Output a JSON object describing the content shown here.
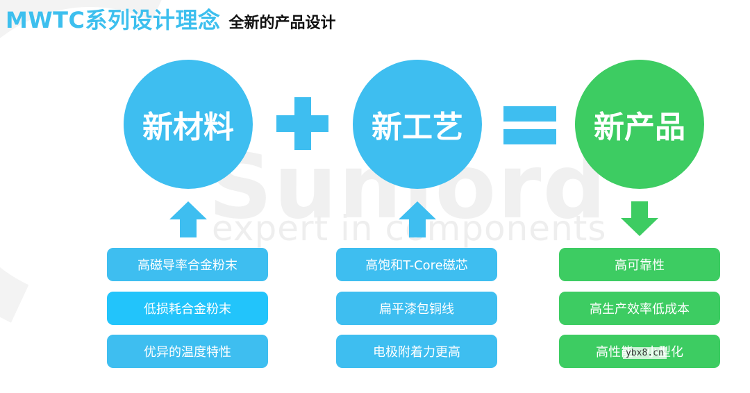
{
  "header": {
    "title": "MWTC系列设计理念",
    "subtitle": "全新的产品设计"
  },
  "watermark": {
    "brand": "Sunlord",
    "tagline": "expert in components"
  },
  "formula": {
    "circle1": "新材料",
    "operator1": "plus",
    "circle2": "新工艺",
    "operator2": "equals",
    "circle3": "新产品"
  },
  "columns": {
    "materials": [
      "高磁导率合金粉末",
      "低损耗合金粉末",
      "优异的温度特性"
    ],
    "process": [
      "高饱和T-Core磁芯",
      "扁平漆包铜线",
      "电极附着力更高"
    ],
    "product": [
      "高可靠性",
      "高生产效率低成本",
      "高性能、小型化"
    ]
  },
  "colors": {
    "blue": "#3ebef0",
    "cyan": "#22c4fb",
    "green": "#3dcc62",
    "title": "#3dbfee"
  },
  "footer_watermark": "ybx8.cn"
}
